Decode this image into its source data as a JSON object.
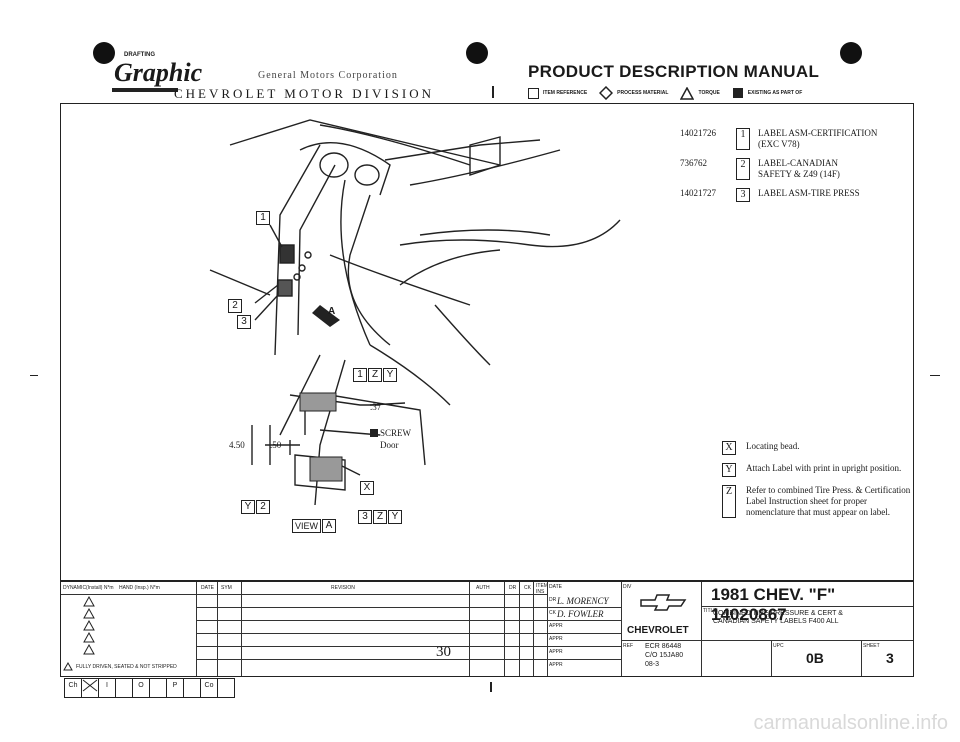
{
  "header": {
    "logo_small": "DRAFTING",
    "logo_text": "Graphic",
    "corp": "General Motors Corporation",
    "division": "CHEVROLET MOTOR DIVISION",
    "title": "PRODUCT DESCRIPTION MANUAL",
    "legend": [
      "ITEM REFERENCE",
      "PROCESS MATERIAL",
      "TORQUE",
      "EXISTING AS PART OF"
    ]
  },
  "parts": [
    {
      "pn": "14021726",
      "ref": "1",
      "desc": "LABEL ASM-CERTIFICATION\n(EXC V78)"
    },
    {
      "pn": "736762",
      "ref": "2",
      "desc": "LABEL-CANADIAN\nSAFETY & Z49 (14F)"
    },
    {
      "pn": "14021727",
      "ref": "3",
      "desc": "LABEL ASM-TIRE PRESS"
    }
  ],
  "notes": [
    {
      "ref": "X",
      "text": "Locating bead."
    },
    {
      "ref": "Y",
      "text": "Attach Label with print in upright position."
    },
    {
      "ref": "Z",
      "text": "Refer to combined Tire Press. & Certification Label Instruction sheet for proper nomenclature that must appear on label."
    }
  ],
  "diagram": {
    "callout_1": "1",
    "callout_2": "2",
    "callout_3": "3",
    "view_marker": "A",
    "dim_37": ".37",
    "dim_450": "4.50",
    "dim_50": ".50",
    "screw": "SCREW",
    "door": "Door",
    "ref_1zy": [
      "1",
      "Z",
      "Y"
    ],
    "ref_x": "X",
    "ref_y2": [
      "Y",
      "2"
    ],
    "ref_3zy": [
      "3",
      "Z",
      "Y"
    ],
    "view_label": "VIEW",
    "view_letter": "A"
  },
  "title_block": {
    "col_dynamic": "DYNAMIC(Install) N*m",
    "col_hand": "HAND (Insp.) N*m",
    "col_date": "DATE",
    "col_sym": "SYM",
    "col_revision": "REVISION",
    "col_auth": "AUTH",
    "col_dr": "DR",
    "col_ck": "CK",
    "col_item": "ITEM INS",
    "date_label": "DATE",
    "dr_label": "DR",
    "dr_value": "L. MORENCY",
    "ck_label": "CK",
    "ck_value": "D. FOWLER",
    "appr_labels": [
      "APPR",
      "APPR",
      "APPR",
      "APPR"
    ],
    "footnote": "FULLY DRIVEN, SEATED & NOT STRIPPED",
    "number_30": "30",
    "div_label": "DIV",
    "division": "CHEVROLET",
    "main_title": "1981 CHEV. \"F\" 14020867",
    "title_label": "TITLE",
    "subtitle": "COMBINED TIRE PRESSURE & CERT & CANADIAN SAFETY LABELS F400 ALL",
    "ref_label": "REF",
    "ref_lines": [
      "ECR 86448",
      "C/O 15JA80",
      "08-3"
    ],
    "upc_label": "UPC",
    "upc_value": "0B",
    "sheet_label": "SHEET",
    "sheet_value": "3"
  },
  "bottom_codes": [
    "Ch",
    "",
    "I",
    "",
    "O",
    "",
    "P",
    "",
    "Co",
    ""
  ],
  "watermark": "carmanualsonline.info"
}
